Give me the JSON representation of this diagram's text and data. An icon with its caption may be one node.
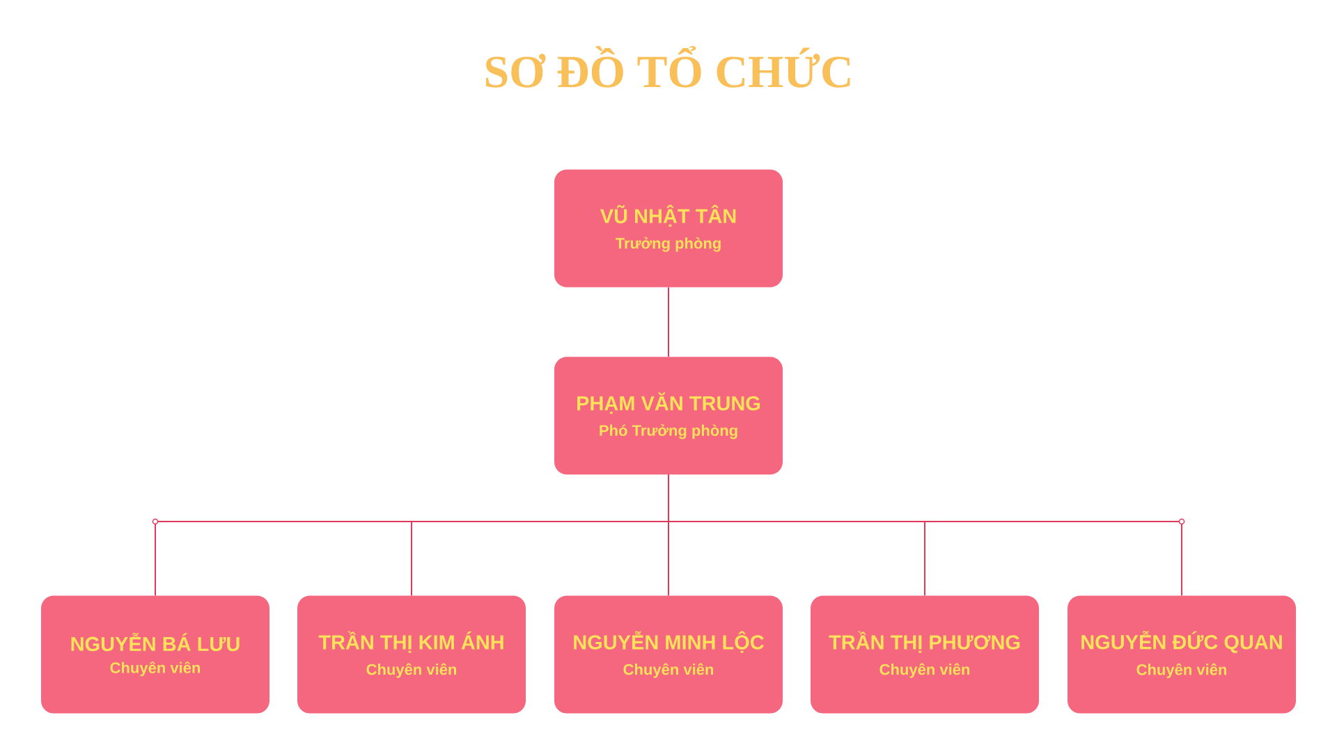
{
  "diagram": {
    "title": "SƠ ĐỒ TỔ CHỨC",
    "nodes": [
      {
        "text": [
          "VŨ NHẬT TÂN",
          "Trưởng phòng"
        ]
      },
      {
        "text": [
          "PHẠM VĂN TRUNG",
          "Phó Trưởng phòng"
        ]
      },
      {
        "text": [
          "NGUYỄN BÁ LƯU",
          "Chuyên viên"
        ]
      },
      {
        "text": [
          "TRẦN THỊ KIM ÁNH",
          "Chuyên viên"
        ]
      },
      {
        "text": [
          "NGUYỄN MINH  LỘC",
          "Chuyên viên"
        ]
      },
      {
        "text": [
          "TRẦN THỊ PHƯƠNG",
          "Chuyên viên"
        ]
      },
      {
        "text": [
          "NGUYỄN ĐỨC QUAN",
          "Chuyên viên"
        ]
      }
    ],
    "edges": [
      {
        "from": 0,
        "to": 1,
        "arrow": "none"
      },
      {
        "from": 1,
        "to": 2,
        "arrow": "none"
      },
      {
        "from": 1,
        "to": 3,
        "arrow": "none"
      },
      {
        "from": 1,
        "to": 4,
        "arrow": "none"
      },
      {
        "from": 1,
        "to": 5,
        "arrow": "none"
      },
      {
        "from": 1,
        "to": 6,
        "arrow": "none"
      }
    ]
  }
}
